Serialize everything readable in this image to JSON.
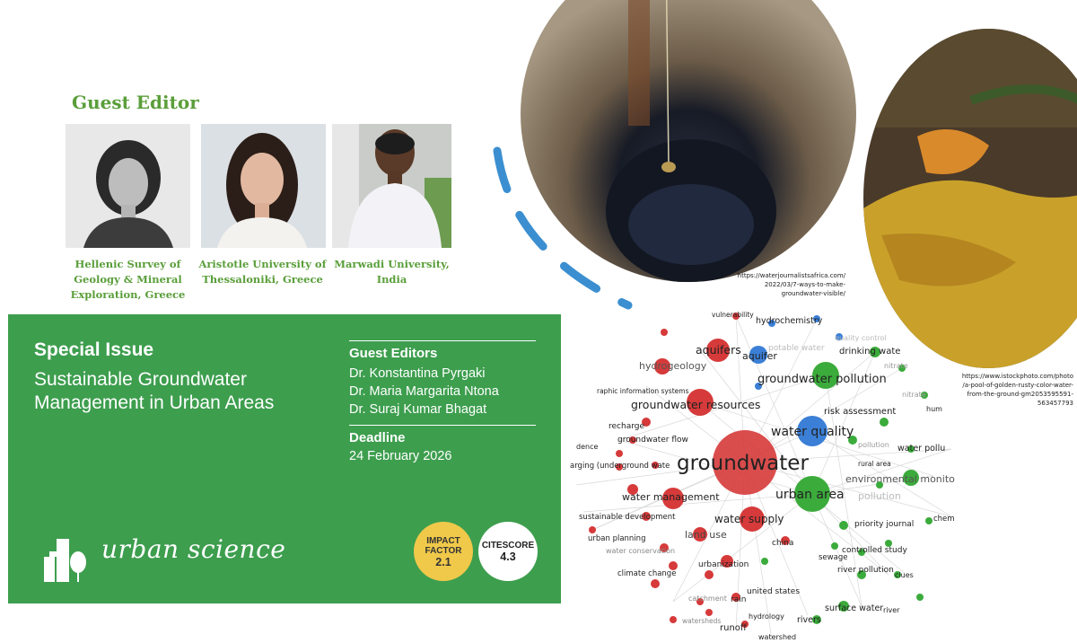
{
  "guest_heading": "Guest Editor",
  "editors": [
    {
      "affiliation_lines": [
        "Hellenic Survey of",
        "Geology & Mineral",
        "Exploration, Greece"
      ]
    },
    {
      "affiliation_lines": [
        "Aristotle University of",
        "Thessaloniki, Greece"
      ]
    },
    {
      "affiliation_lines": [
        "Marwadi University,",
        "India"
      ]
    }
  ],
  "banner": {
    "label": "Special Issue",
    "title": "Sustainable Groundwater Management in Urban Areas",
    "guest_editors_label": "Guest Editors",
    "guest_editors": [
      "Dr. Konstantina Pyrgaki",
      "Dr. Maria Margarita Ntona",
      "Dr. Suraj Kumar Bhagat"
    ],
    "deadline_label": "Deadline",
    "deadline": "24 February 2026",
    "journal": "urban science",
    "impact_factor": {
      "label1": "IMPACT",
      "label2": "FACTOR",
      "value": "2.1"
    },
    "citescore": {
      "label": "CITESCORE",
      "value": "4.3"
    }
  },
  "captions": {
    "well": [
      "https://waterjournalistsafrica.com/",
      "2022/03/7-ways-to-make-",
      "groundwater-visible/"
    ],
    "rust": [
      "https://www.istockphoto.com/photo",
      "/a-pool-of-golden-rusty-color-water-",
      "from-the-ground-gm2053595591-",
      "563457793"
    ]
  },
  "network_keywords": {
    "groundwater": "groundwater",
    "urban_area": "urban area",
    "water_quality": "water quality",
    "groundwater_pollution": "groundwater pollution",
    "groundwater_resources": "groundwater resources",
    "aquifers": "aquifers",
    "aquifer": "aquifer",
    "hydrogeology": "hydrogeology",
    "hydrochemistry": "hydrochemistry",
    "vulnerability": "vulnerability",
    "drinking_water": "drinking wate",
    "potable_water": "potable water",
    "quality_control": "quality control",
    "nitrate": "nitrate",
    "risk_assessment": "risk assessment",
    "water_pollution": "water pollu",
    "environmental_monitoring": "environmental monito",
    "water_management": "water management",
    "water_supply": "water supply",
    "land_use": "land use",
    "recharge": "recharge",
    "groundwater_flow": "groundwater flow",
    "sustainable_development": "sustainable development",
    "urban_planning": "urban planning",
    "water_conservation": "water conservation",
    "climate_change": "climate change",
    "urbanization": "urbanization",
    "china": "china",
    "united_states": "united states",
    "rain": "rain",
    "runoff": "runoff",
    "hydrology": "hydrology",
    "rivers": "rivers",
    "watershed": "watershed",
    "surface_water": "surface water",
    "river": "river",
    "river_pollution": "river pollution",
    "sewage": "sewage",
    "controlled_study": "controlled study",
    "priority_journal": "priority journal",
    "pollution": "pollution",
    "gis": "raphic information systems",
    "recharging": "arging (underground wate",
    "dence": "dence",
    "catchment": "catchment",
    "watersheds": "watersheds",
    "rural_area": "rural area",
    "clues": "clues",
    "chem": "chem",
    "hum": "hum"
  },
  "colors": {
    "green": "#3d9e4e",
    "heading_green": "#5a9e3a",
    "impact_yellow": "#f0c94a",
    "node_red": "#d63a3a",
    "node_green": "#3bab3b",
    "node_blue": "#3b7fd6",
    "dash_blue": "#3b8fd0"
  }
}
